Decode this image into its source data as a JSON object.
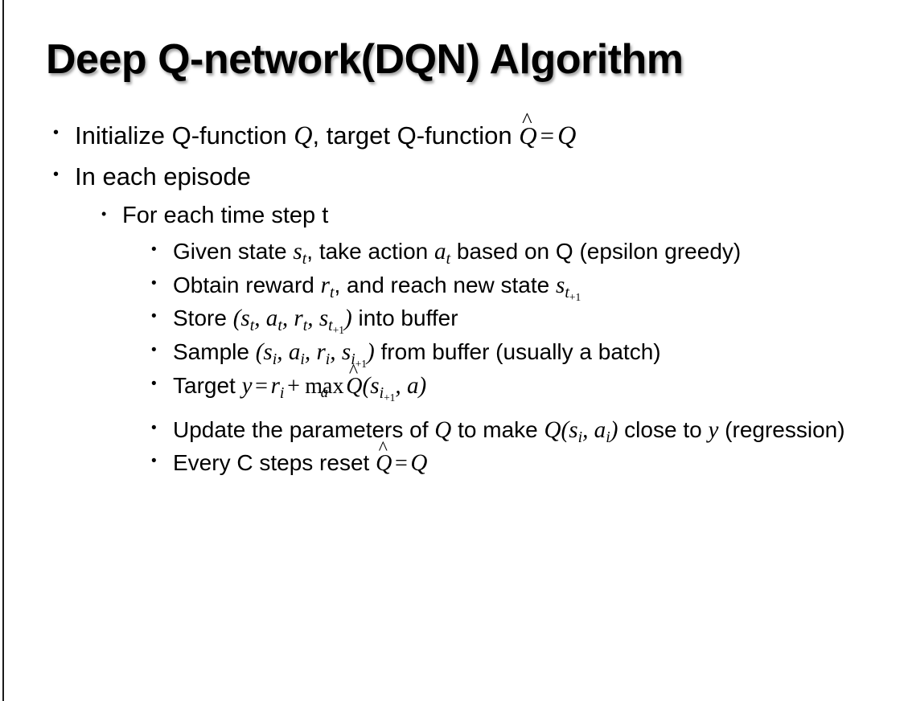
{
  "slide": {
    "title": "Deep Q-network(DQN) Algorithm",
    "bullet_glyph": "•",
    "background_color": "#ffffff",
    "text_color": "#000000",
    "edge_color": "#1a1a1a",
    "outline": [
      {
        "level": 1,
        "name": "initialize",
        "text": "Initialize Q-function Q, target Q-function Q̂ = Q",
        "segments": [
          {
            "type": "text",
            "value": "Initialize Q-function "
          },
          {
            "type": "math",
            "value": "Q"
          },
          {
            "type": "text",
            "value": ", target Q-function "
          },
          {
            "type": "math-hat",
            "value": "Q"
          },
          {
            "type": "op",
            "value": "="
          },
          {
            "type": "math",
            "value": "Q"
          }
        ]
      },
      {
        "level": 1,
        "name": "in-each-episode",
        "text": "In each episode",
        "segments": [
          {
            "type": "text",
            "value": "In each episode"
          }
        ]
      },
      {
        "level": 2,
        "name": "for-each-time-step",
        "text": "For each time step t",
        "segments": [
          {
            "type": "text",
            "value": "For each time step t"
          }
        ]
      },
      {
        "level": 3,
        "name": "given-state-take-action",
        "text": "Given state s_t, take action a_t based on Q (epsilon greedy)",
        "segments": [
          {
            "type": "text",
            "value": "Given state "
          },
          {
            "type": "math-sub",
            "base": "s",
            "sub": "t"
          },
          {
            "type": "text",
            "value": ", take action "
          },
          {
            "type": "math-sub",
            "base": "a",
            "sub": "t"
          },
          {
            "type": "text",
            "value": " based on Q (epsilon greedy)"
          }
        ]
      },
      {
        "level": 3,
        "name": "obtain-reward",
        "text": "Obtain reward r_t, and reach new state s_t+1",
        "segments": [
          {
            "type": "text",
            "value": "Obtain reward "
          },
          {
            "type": "math-sub",
            "base": "r",
            "sub": "t"
          },
          {
            "type": "text",
            "value": ", and reach new state "
          },
          {
            "type": "math-sub",
            "base": "s",
            "sub": "t+1"
          }
        ]
      },
      {
        "level": 3,
        "name": "store-into-buffer",
        "text": "Store (s_t, a_t, r_t, s_t+1) into buffer",
        "segments": [
          {
            "type": "text",
            "value": "Store ("
          },
          {
            "type": "math-sub",
            "base": "s",
            "sub": "t"
          },
          {
            "type": "text",
            "value": ", "
          },
          {
            "type": "math-sub",
            "base": "a",
            "sub": "t"
          },
          {
            "type": "text",
            "value": ", "
          },
          {
            "type": "math-sub",
            "base": "r",
            "sub": "t"
          },
          {
            "type": "text",
            "value": ", "
          },
          {
            "type": "math-sub",
            "base": "s",
            "sub": "t+1"
          },
          {
            "type": "text",
            "value": ") into buffer"
          }
        ]
      },
      {
        "level": 3,
        "name": "sample-from-buffer",
        "text": "Sample (s_i, a_i, r_i, s_i+1) from buffer (usually a batch)",
        "segments": [
          {
            "type": "text",
            "value": "Sample ("
          },
          {
            "type": "math-sub",
            "base": "s",
            "sub": "i"
          },
          {
            "type": "text",
            "value": ", "
          },
          {
            "type": "math-sub",
            "base": "a",
            "sub": "i"
          },
          {
            "type": "text",
            "value": ", "
          },
          {
            "type": "math-sub",
            "base": "r",
            "sub": "i"
          },
          {
            "type": "text",
            "value": ", "
          },
          {
            "type": "math-sub",
            "base": "s",
            "sub": "i+1"
          },
          {
            "type": "text",
            "value": ") from buffer (usually a batch)"
          }
        ]
      },
      {
        "level": 3,
        "name": "target-equation",
        "text": "Target y = r_i + max_a Q̂(s_i+1, a)",
        "segments": [
          {
            "type": "text",
            "value": "Target "
          },
          {
            "type": "math",
            "value": "y"
          },
          {
            "type": "op",
            "value": "="
          },
          {
            "type": "math-sub",
            "base": "r",
            "sub": "i"
          },
          {
            "type": "op",
            "value": "+"
          },
          {
            "type": "maxop",
            "value": "max",
            "under": "a"
          },
          {
            "type": "math-hat",
            "value": "Q"
          },
          {
            "type": "text",
            "value": "("
          },
          {
            "type": "math-sub",
            "base": "s",
            "sub": "i+1"
          },
          {
            "type": "text",
            "value": ", "
          },
          {
            "type": "math",
            "value": "a"
          },
          {
            "type": "text",
            "value": ")"
          }
        ]
      },
      {
        "level": 3,
        "name": "update-parameters",
        "text": "Update the parameters of Q to make Q(s_i, a_i) close to y (regression)",
        "segments": [
          {
            "type": "text",
            "value": "Update the parameters of "
          },
          {
            "type": "math",
            "value": "Q"
          },
          {
            "type": "text",
            "value": " to make "
          },
          {
            "type": "math",
            "value": "Q"
          },
          {
            "type": "text",
            "value": "("
          },
          {
            "type": "math-sub",
            "base": "s",
            "sub": "i"
          },
          {
            "type": "text",
            "value": ", "
          },
          {
            "type": "math-sub",
            "base": "a",
            "sub": "i"
          },
          {
            "type": "text",
            "value": ") close to "
          },
          {
            "type": "math",
            "value": "y"
          },
          {
            "type": "text",
            "value": " (regression)"
          }
        ]
      },
      {
        "level": 3,
        "name": "every-c-steps-reset",
        "text": "Every C steps reset Q̂ = Q",
        "segments": [
          {
            "type": "text",
            "value": "Every C steps reset "
          },
          {
            "type": "math-hat",
            "value": "Q"
          },
          {
            "type": "op",
            "value": "="
          },
          {
            "type": "math",
            "value": "Q"
          }
        ]
      }
    ]
  }
}
